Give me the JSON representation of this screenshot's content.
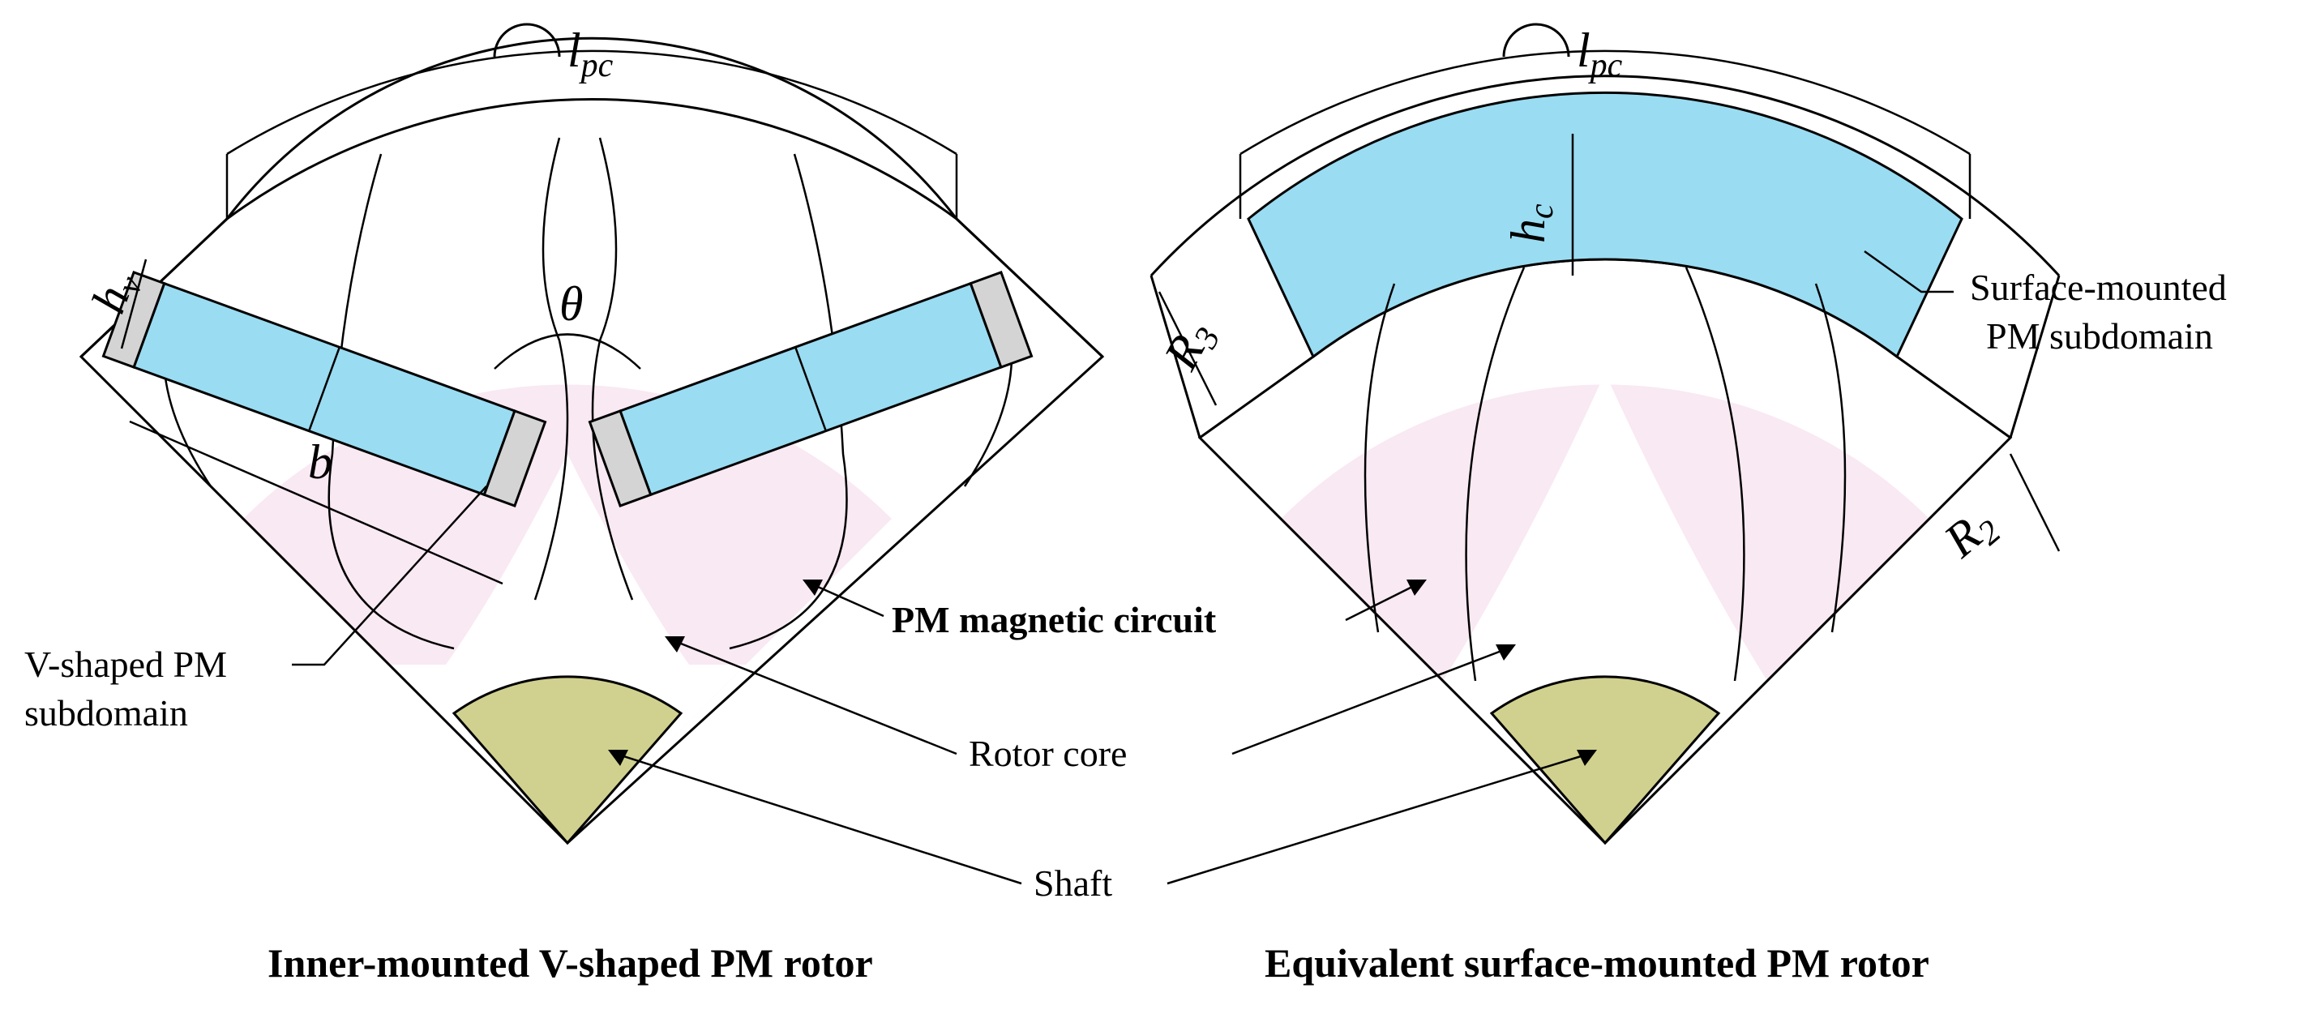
{
  "colors": {
    "pm_blue": "#9adcf2",
    "magnetic_circuit_pink": "#f9e9f3",
    "shaft_olive": "#d0d18f",
    "end_gap_gray": "#d4d4d4",
    "line": "#000000",
    "background": "#ffffff"
  },
  "symbols": {
    "arc_pitch_left": {
      "base": "l",
      "sub": "pc"
    },
    "arc_pitch_right": {
      "base": "l",
      "sub": "pc"
    },
    "pm_thickness": {
      "base": "h",
      "sub": "v"
    },
    "pm_width": "b",
    "v_angle": "θ",
    "surface_pm_thickness": {
      "base": "h",
      "sub": "c"
    },
    "radius_outer": {
      "base": "R",
      "sub": "3"
    },
    "radius_inner": {
      "base": "R",
      "sub": "2"
    }
  },
  "labels": {
    "v_pm_line1": "V-shaped PM",
    "v_pm_line2": "subdomain",
    "pm_circuit": "PM magnetic circuit",
    "rotor_core": "Rotor core",
    "shaft": "Shaft",
    "surface_pm_line1": "Surface-mounted",
    "surface_pm_line2": "PM subdomain"
  },
  "captions": {
    "left": "Inner-mounted V-shaped PM rotor",
    "right": "Equivalent surface-mounted PM rotor"
  }
}
